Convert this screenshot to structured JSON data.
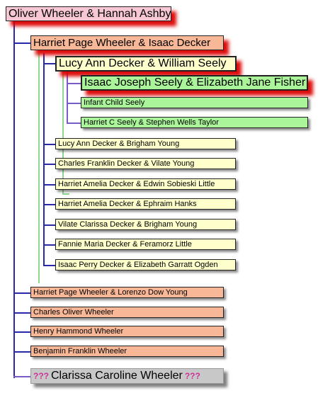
{
  "root": {
    "label": "Oliver Wheeler & Hannah Ashby"
  },
  "harriet": {
    "label": "Harriet Page Wheeler & Isaac Decker"
  },
  "lucy_seely": {
    "label": "Lucy Ann Decker & William Seely"
  },
  "isaac_seely": {
    "label": "Isaac Joseph Seely & Elizabeth Jane Fisher"
  },
  "infant": {
    "label": "Infant Child Seely"
  },
  "harriet_c": {
    "label": "Harriet C Seely & Stephen Wells Taylor"
  },
  "decker_children": [
    {
      "label": "Lucy Ann Decker & Brigham Young"
    },
    {
      "label": "Charles Franklin Decker & Vilate Young"
    },
    {
      "label": "Harriet Amelia Decker & Edwin Sobieski Little"
    },
    {
      "label": "Harriet Amelia Decker & Ephraim Hanks"
    },
    {
      "label": "Vilate Clarissa Decker & Brigham Young"
    },
    {
      "label": "Fannie Maria Decker & Feramorz Little"
    },
    {
      "label": "Isaac Perry Decker & Elizabeth Garratt Ogden"
    }
  ],
  "wheeler_children": [
    {
      "label": "Harriet Page Wheeler & Lorenzo Dow Young"
    },
    {
      "label": "Charles Oliver Wheeler"
    },
    {
      "label": "Henry Hammond Wheeler"
    },
    {
      "label": "Benjamin Franklin Wheeler"
    }
  ],
  "clarissa": {
    "prefix": "???",
    "label": "Clarissa Caroline Wheeler",
    "suffix": "???"
  }
}
